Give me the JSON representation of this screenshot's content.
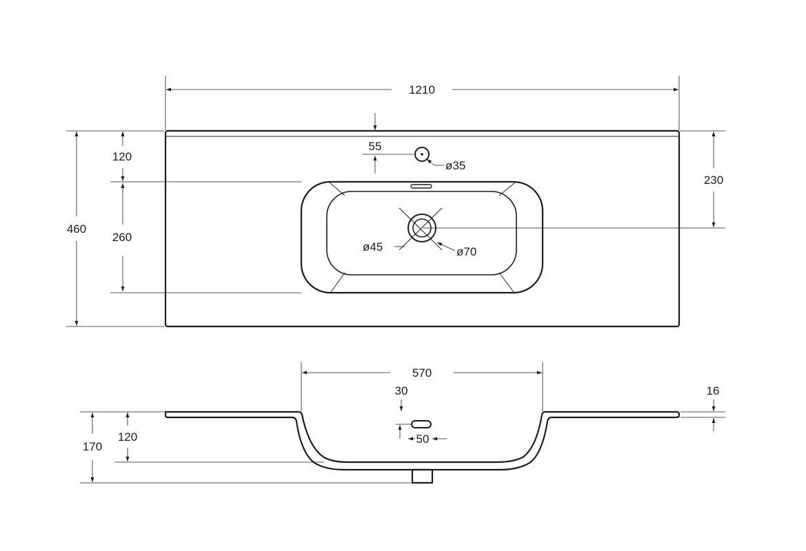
{
  "top_view": {
    "overall_width": "1210",
    "overall_depth": "460",
    "rim_to_basin": "120",
    "basin_depth": "260",
    "tap_offset": "55",
    "tap_hole": "ø35",
    "drain_center": "230",
    "drain_inner": "ø45",
    "drain_outer": "ø70"
  },
  "side_view": {
    "basin_width": "570",
    "overflow_offset": "30",
    "overflow_height": "50",
    "deck_thickness": "16",
    "total_height": "170",
    "basin_height": "120"
  }
}
